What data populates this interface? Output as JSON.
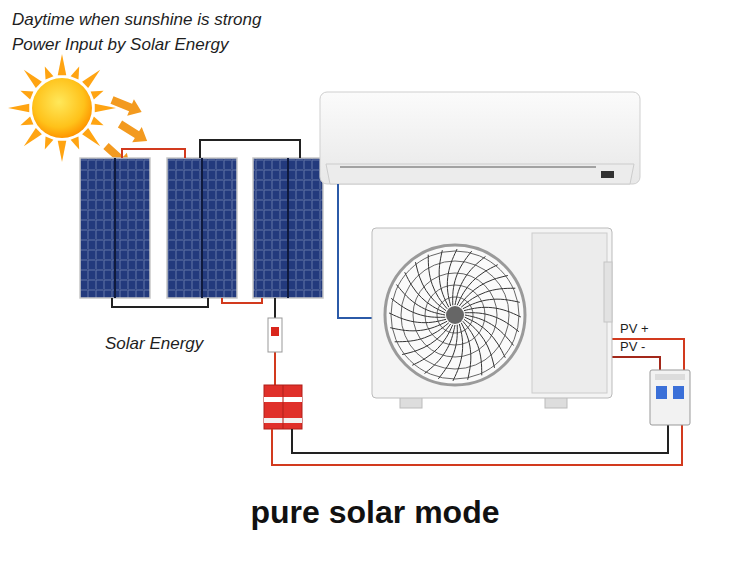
{
  "diagram": {
    "caption": "pure solar mode",
    "labels": [
      "Daytime when sunshine is strong",
      "Power Input by Solar Energy",
      "Solar Energy",
      "PV +",
      "PV -"
    ]
  }
}
